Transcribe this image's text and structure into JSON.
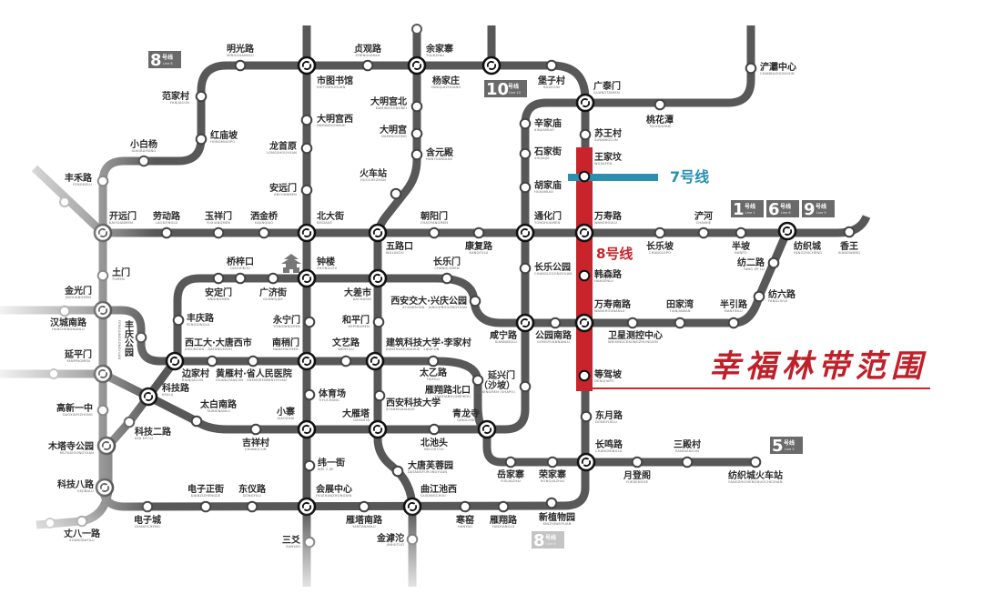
{
  "colors": {
    "line": "#585858",
    "line7": "#2a8fb0",
    "line8_highlight": "#c8242b",
    "area_text": "#c0202a",
    "badge": "#6a6a6a"
  },
  "legend": {
    "line7_label": "7号线",
    "line8_label": "8号线",
    "area_label": "幸福林带范围"
  },
  "badges": [
    {
      "num": "8",
      "label": "号线",
      "sub": "Line 8"
    },
    {
      "num": "10",
      "label": "号线",
      "sub": "Line 10"
    },
    {
      "num": "1",
      "label": "号线",
      "sub": "Line 1"
    },
    {
      "num": "6",
      "label": "号线",
      "sub": "Line 6"
    },
    {
      "num": "9",
      "label": "号线",
      "sub": "Line 9"
    },
    {
      "num": "5",
      "label": "号线",
      "sub": "Line 5"
    },
    {
      "num": "8",
      "label": "号线",
      "sub": "Line 8"
    }
  ],
  "interchange_icon": "metro-transfer-icon",
  "landmark_icon": "bell-tower-icon",
  "stations": [
    {
      "name": "明光路",
      "pinyin": "MINGGUANGLU",
      "interchange": false
    },
    {
      "name": "市图书馆",
      "pinyin": "SHITUSHUGUAN",
      "interchange": true
    },
    {
      "name": "贞观路",
      "pinyin": "ZHENGUANLU",
      "interchange": false
    },
    {
      "name": "余家寨",
      "pinyin": "YUJIAZHAI",
      "interchange": true
    },
    {
      "name": "杨家庄",
      "pinyin": "YANGJIAZHUANG",
      "interchange": true
    },
    {
      "name": "堡子村",
      "pinyin": "BUZICUN",
      "interchange": false
    },
    {
      "name": "广泰门",
      "pinyin": "GUANGTAIMEN",
      "interchange": true
    },
    {
      "name": "桃花潭",
      "pinyin": "TAOHUATAN",
      "interchange": false
    },
    {
      "name": "浐灞中心",
      "pinyin": "CHANBAZHONGXIN",
      "interchange": false
    },
    {
      "name": "范家村",
      "pinyin": "FANJIACUN",
      "interchange": false
    },
    {
      "name": "红庙坡",
      "pinyin": "HONGMIAOPO",
      "interchange": false
    },
    {
      "name": "小白杨",
      "pinyin": "XIAOBAIYANG",
      "interchange": false
    },
    {
      "name": "丰禾路",
      "pinyin": "FENGHELU",
      "interchange": false
    },
    {
      "name": "开远门",
      "pinyin": "KAIYUANMEN",
      "interchange": true
    },
    {
      "name": "劳动路",
      "pinyin": "LAODONGLU",
      "interchange": false
    },
    {
      "name": "玉祥门",
      "pinyin": "YUXIANGMEN",
      "interchange": false
    },
    {
      "name": "洒金桥",
      "pinyin": "SAJINQIAO",
      "interchange": false
    },
    {
      "name": "北大街",
      "pinyin": "BEIDAJIE",
      "interchange": true
    },
    {
      "name": "大明宫西",
      "pinyin": "DAMINGGONGXI",
      "interchange": false
    },
    {
      "name": "龙首原",
      "pinyin": "LONGSHOUYUAN",
      "interchange": false
    },
    {
      "name": "安远门",
      "pinyin": "ANYUANMEN",
      "interchange": false
    },
    {
      "name": "大明宫北",
      "pinyin": "DAMINGGONGBEI",
      "interchange": false
    },
    {
      "name": "大明宫",
      "pinyin": "DAMINGGONG",
      "interchange": false
    },
    {
      "name": "含元殿",
      "pinyin": "HANYUANDIAN",
      "interchange": false
    },
    {
      "name": "火车站",
      "pinyin": "HUOCHEZHAN",
      "interchange": false
    },
    {
      "name": "五路口",
      "pinyin": "WULUKOU",
      "interchange": true
    },
    {
      "name": "朝阳门",
      "pinyin": "CHAOYANGMEN",
      "interchange": false
    },
    {
      "name": "康复路",
      "pinyin": "KANGFULU",
      "interchange": false
    },
    {
      "name": "通化门",
      "pinyin": "TONGHUAMEN",
      "interchange": true
    },
    {
      "name": "万寿路",
      "pinyin": "WANSHOULU",
      "interchange": true
    },
    {
      "name": "长乐坡",
      "pinyin": "CHANGLEPO",
      "interchange": false
    },
    {
      "name": "浐河",
      "pinyin": "CHANHE",
      "interchange": false
    },
    {
      "name": "半坡",
      "pinyin": "BANPO",
      "interchange": false
    },
    {
      "name": "纺织城",
      "pinyin": "FANGZHICHENG",
      "interchange": true
    },
    {
      "name": "香王",
      "pinyin": "XIANGWANG",
      "interchange": false
    },
    {
      "name": "纺二路",
      "pinyin": "FANG ER LU",
      "interchange": false
    },
    {
      "name": "纺六路",
      "pinyin": "FANGLIULU",
      "interchange": false
    },
    {
      "name": "辛家庙",
      "pinyin": "XINJIAMIAO",
      "interchange": false
    },
    {
      "name": "石家街",
      "pinyin": "SHIJIAJIE",
      "interchange": false
    },
    {
      "name": "胡家庙",
      "pinyin": "HUJIAMIAO",
      "interchange": false
    },
    {
      "name": "苏王村",
      "pinyin": "SUWANGCUN",
      "interchange": false
    },
    {
      "name": "王家坟",
      "pinyin": "WUJIAFEN",
      "interchange": false
    },
    {
      "name": "韩森路",
      "pinyin": "HANSENLU",
      "interchange": false
    },
    {
      "name": "长乐公园",
      "pinyin": "CHANGLEGONGYUAN",
      "interchange": false
    },
    {
      "name": "土门",
      "pinyin": "TUMEN",
      "interchange": false
    },
    {
      "name": "金光门",
      "pinyin": "JINGUANGMEN",
      "interchange": true
    },
    {
      "name": "桥梓口",
      "pinyin": "QIAOZIKOU",
      "interchange": false
    },
    {
      "name": "安定门",
      "pinyin": "ANDINGMEN",
      "interchange": false
    },
    {
      "name": "广济街",
      "pinyin": "GUANGJIJIE",
      "interchange": false
    },
    {
      "name": "钟楼",
      "pinyin": "ZHONGLOU",
      "interchange": true
    },
    {
      "name": "大差市",
      "pinyin": "DACHASHI",
      "interchange": true
    },
    {
      "name": "长乐门",
      "pinyin": "CHANGLEMEN",
      "interchange": false
    },
    {
      "name": "西安交大·兴庆公园",
      "pinyin": "XI'ANJIAODA · XINGQINGGONGYUAN",
      "interchange": false
    },
    {
      "name": "丰庆公园",
      "pinyin": "FENGQINGGONGYUAN",
      "interchange": false
    },
    {
      "name": "丰庆路",
      "pinyin": "FENGQINGLU",
      "interchange": false
    },
    {
      "name": "永宁门",
      "pinyin": "YONGNINGMEN",
      "interchange": false
    },
    {
      "name": "和平门",
      "pinyin": "HEPINGMEN",
      "interchange": false
    },
    {
      "name": "西工大·大唐西市",
      "pinyin": "XIGONGDA · DATANGXISHI",
      "interchange": false
    },
    {
      "name": "边家村",
      "pinyin": "BIANJIACUN",
      "interchange": true
    },
    {
      "name": "黄雁村·省人民医院",
      "pinyin": "HUANGYANCUN · SHENGRENMINYIYUAN",
      "interchange": false
    },
    {
      "name": "南稍门",
      "pinyin": "NANSHAOMEN",
      "interchange": true
    },
    {
      "name": "文艺路",
      "pinyin": "WENYILU",
      "interchange": false
    },
    {
      "name": "建筑科技大学·李家村",
      "pinyin": "JIANZHUKEJIDAXUE · LIJIACUN",
      "interchange": true
    },
    {
      "name": "太乙路",
      "pinyin": "TAIYILU",
      "interchange": false
    },
    {
      "name": "雁翔路北口",
      "pinyin": "YANXIANGLUBEIKOU",
      "interchange": false
    },
    {
      "name": "咸宁路",
      "pinyin": "XIANNINGLU",
      "interchange": true
    },
    {
      "name": "公园南路",
      "pinyin": "GONGYUANNANLU",
      "interchange": false
    },
    {
      "name": "万寿南路",
      "pinyin": "WANSHOUNANLU",
      "interchange": true
    },
    {
      "name": "卫星测控中心",
      "pinyin": "WEIXINGCEKONGZHONGXIN",
      "interchange": false
    },
    {
      "name": "田家湾",
      "pinyin": "TIANJIAWAN",
      "interchange": false
    },
    {
      "name": "半引路",
      "pinyin": "BANYINLU",
      "interchange": false
    },
    {
      "name": "延兴门",
      "name2": "（沙坡）",
      "pinyin": "YANXINGMEN (SHAPO)",
      "interchange": false
    },
    {
      "name": "等驾坡",
      "pinyin": "DENGJIAPO",
      "interchange": false
    },
    {
      "name": "科技路",
      "pinyin": "KEJILU",
      "interchange": true
    },
    {
      "name": "体育场",
      "pinyin": "TIYUCHANG",
      "interchange": false
    },
    {
      "name": "西安科技大学",
      "pinyin": "XI'ANKEJIDAXUE",
      "interchange": false
    },
    {
      "name": "太白南路",
      "pinyin": "TAIBAINANLU",
      "interchange": false
    },
    {
      "name": "小寨",
      "pinyin": "XIAOZHAI",
      "interchange": true
    },
    {
      "name": "大雁塔",
      "pinyin": "DAYANTA",
      "interchange": true
    },
    {
      "name": "青龙寺",
      "pinyin": "QINGLONGSI",
      "interchange": true
    },
    {
      "name": "高新一中",
      "pinyin": "GAOXINYIZHONG",
      "interchange": false
    },
    {
      "name": "科技二路",
      "pinyin": "KEJI ER LU",
      "interchange": false
    },
    {
      "name": "吉祥村",
      "pinyin": "JIXIANGCUN",
      "interchange": false
    },
    {
      "name": "北池头",
      "pinyin": "BEICHITOU",
      "interchange": false
    },
    {
      "name": "延平门",
      "pinyin": "YANPINGMEN",
      "interchange": true
    },
    {
      "name": "木塔寺公园",
      "pinyin": "MUTASIGONGYUAN",
      "interchange": true
    },
    {
      "name": "科技八路",
      "pinyin": "KEJIBALU",
      "interchange": true
    },
    {
      "name": "纬一街",
      "pinyin": "WEI 1 JIE",
      "interchange": false
    },
    {
      "name": "大唐芙蓉园",
      "pinyin": "DATANGFURONGYUAN",
      "interchange": false
    },
    {
      "name": "电子正街",
      "pinyin": "DIANZIZHENGJIE",
      "interchange": false
    },
    {
      "name": "东仪路",
      "pinyin": "DONGYILU",
      "interchange": false
    },
    {
      "name": "会展中心",
      "pinyin": "HUIZHANZHONGXIN",
      "interchange": true
    },
    {
      "name": "曲江池西",
      "pinyin": "QUJIANGCHIXI",
      "interchange": true
    },
    {
      "name": "电子城",
      "pinyin": "DIANZICHENG",
      "interchange": false
    },
    {
      "name": "雁塔南路",
      "pinyin": "YANTANANLU",
      "interchange": false
    },
    {
      "name": "寒窑",
      "pinyin": "HANYAO",
      "interchange": false
    },
    {
      "name": "雁翔路",
      "pinyin": "YANXIANGLU",
      "interchange": false
    },
    {
      "name": "新植物园",
      "pinyin": "XINZHIWUYUAN",
      "interchange": false
    },
    {
      "name": "岳家寨",
      "pinyin": "YUEJIAZHAI",
      "interchange": false
    },
    {
      "name": "荣家寨",
      "pinyin": "RONGJIAZHAI",
      "interchange": false
    },
    {
      "name": "东月路",
      "pinyin": "DONGYUELU",
      "interchange": false
    },
    {
      "name": "长鸣路",
      "pinyin": "CHANGMINGLU",
      "interchange": true
    },
    {
      "name": "月登阁",
      "pinyin": "YUEDENGGE",
      "interchange": false
    },
    {
      "name": "三殿村",
      "pinyin": "SANDIANCUN",
      "interchange": false
    },
    {
      "name": "纺织城火车站",
      "pinyin": "FANGZHICHENGHUOCHEZHAN",
      "interchange": false
    },
    {
      "name": "丈八一路",
      "pinyin": "ZHANGBAYILU",
      "interchange": false
    },
    {
      "name": "三爻",
      "pinyin": "SANYAO",
      "interchange": false
    },
    {
      "name": "金滹沱",
      "pinyin": "JINHUTUO",
      "interchange": false
    },
    {
      "name": "汉城南路",
      "pinyin": "HANCHENGNANLU",
      "interchange": false
    }
  ]
}
